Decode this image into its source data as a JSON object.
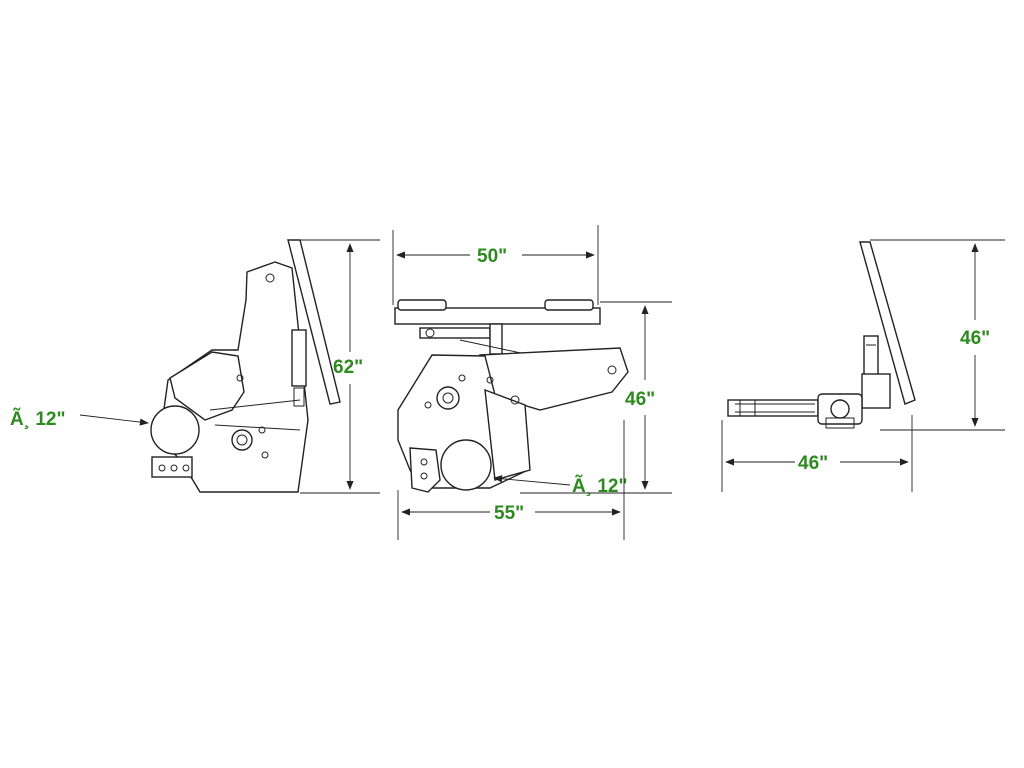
{
  "drawing": {
    "label_color": "#2d8a1e",
    "left_view": {
      "height_label": "62\"",
      "diameter_label": "Ã¸ 12\""
    },
    "middle_view": {
      "top_width_label": "50\"",
      "height_label": "46\"",
      "diameter_label": "Ã¸ 12\"",
      "bottom_width_label": "55\""
    },
    "right_view": {
      "height_label": "46\"",
      "width_label": "46\""
    }
  }
}
